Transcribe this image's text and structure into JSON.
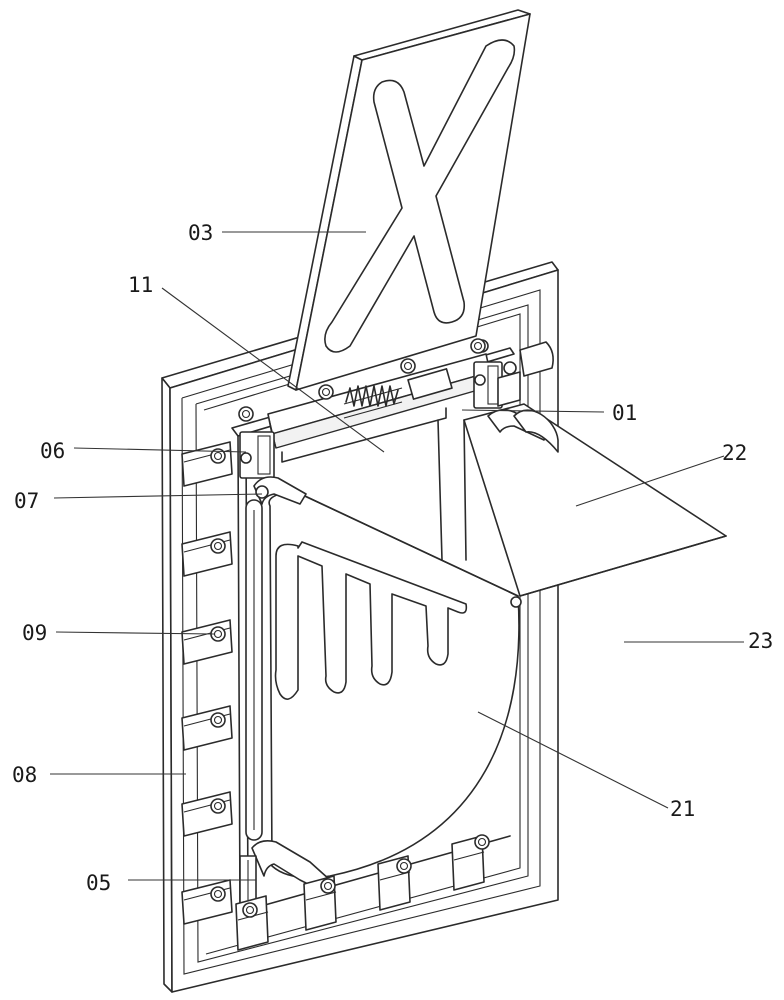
{
  "labels": [
    {
      "id": "03",
      "text": "03"
    },
    {
      "id": "11",
      "text": "11"
    },
    {
      "id": "01",
      "text": "01"
    },
    {
      "id": "06",
      "text": "06"
    },
    {
      "id": "22",
      "text": "22"
    },
    {
      "id": "07",
      "text": "07"
    },
    {
      "id": "09",
      "text": "09"
    },
    {
      "id": "23",
      "text": "23"
    },
    {
      "id": "08",
      "text": "08"
    },
    {
      "id": "21",
      "text": "21"
    },
    {
      "id": "05",
      "text": "05"
    }
  ],
  "colors": {
    "line": "#2b2b2b",
    "background": "#ffffff"
  }
}
